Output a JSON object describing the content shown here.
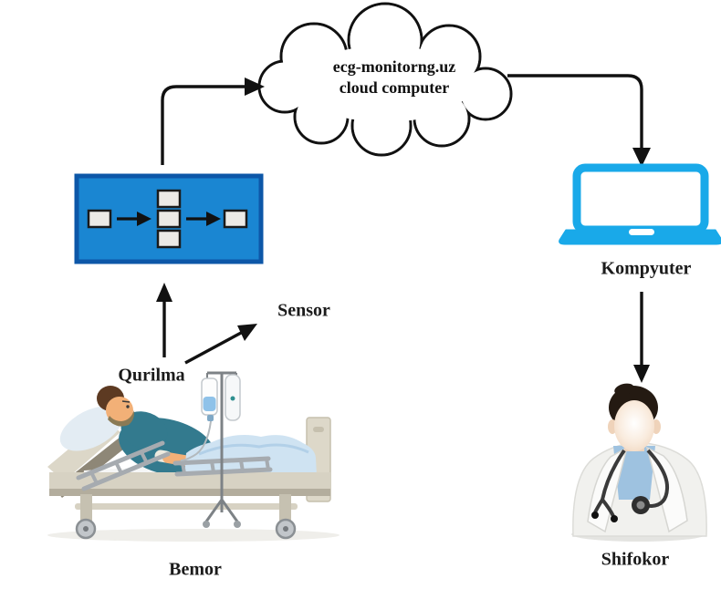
{
  "diagram_type": "ecg-telemonitoring-flow-diagram",
  "nodes": {
    "cloud": {
      "line1": "ecg-monitorng.uz",
      "line2": "cloud computer"
    },
    "device": {
      "label": "Qurilma"
    },
    "sensor": {
      "label": "Sensor"
    },
    "patient": {
      "label": "Bemor"
    },
    "computer": {
      "label": "Kompyuter"
    },
    "doctor": {
      "label": "Shifokor"
    }
  },
  "edges": [
    {
      "from": "device",
      "to": "cloud"
    },
    {
      "from": "cloud",
      "to": "computer"
    },
    {
      "from": "computer",
      "to": "doctor"
    },
    {
      "from": "patient",
      "to": "device"
    },
    {
      "from": "patient",
      "to": "sensor"
    }
  ],
  "colors": {
    "device_fill": "#1a86d2",
    "device_border": "#0d57a8",
    "device_square": "#eceae6",
    "laptop_cyan": "#19a9e9",
    "arrow_black": "#111111",
    "scrub_blue": "#9ec2e0",
    "shirt_teal": "#337a8e",
    "blanket_blue": "#cfe3f2"
  }
}
